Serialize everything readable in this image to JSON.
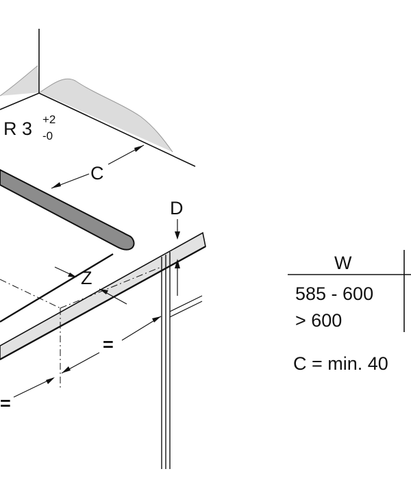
{
  "labels": {
    "radius_main": "R 3",
    "radius_sup": "+2",
    "radius_sub": "-0",
    "c": "C",
    "d": "D",
    "z": "Z",
    "equal_right": "=",
    "equal_left": "="
  },
  "table": {
    "header": "W",
    "rows": [
      "585 - 600",
      "> 600"
    ],
    "note": "C = min. 40"
  }
}
